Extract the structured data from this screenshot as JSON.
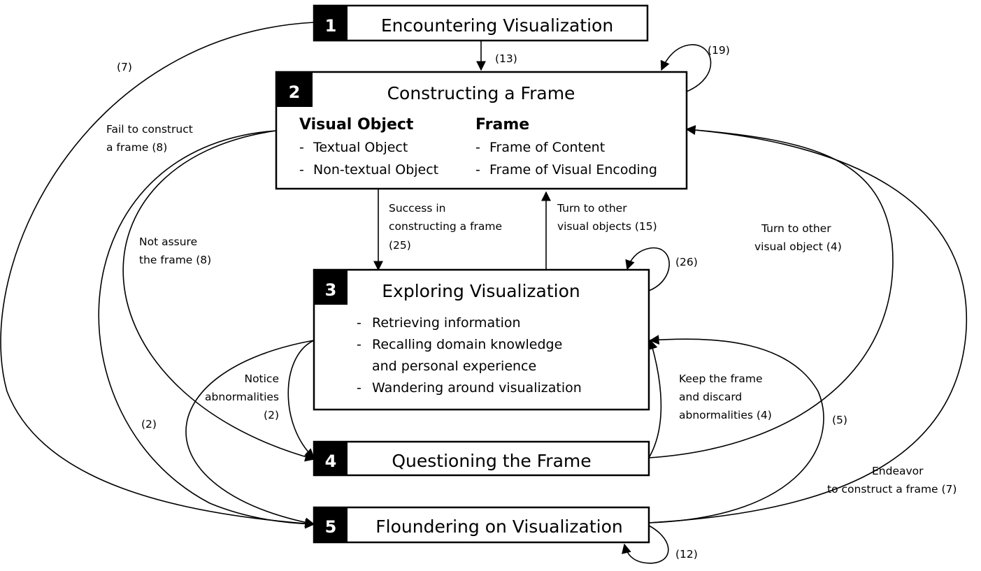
{
  "stages": [
    {
      "number": "1",
      "title": "Encountering Visualization"
    },
    {
      "number": "2",
      "title": "Constructing a Frame",
      "columns": [
        {
          "heading": "Visual Object",
          "items": [
            "Textual Object",
            "Non-textual Object"
          ]
        },
        {
          "heading": "Frame",
          "items": [
            "Frame of Content",
            "Frame of Visual Encoding"
          ]
        }
      ]
    },
    {
      "number": "3",
      "title": "Exploring Visualization",
      "items": [
        "Retrieving information",
        "Recalling domain knowledge",
        "and personal experience",
        "Wandering around visualization"
      ]
    },
    {
      "number": "4",
      "title": "Questioning the Frame"
    },
    {
      "number": "5",
      "title": "Floundering on Visualization"
    }
  ],
  "bullet": "-",
  "edges": {
    "e1_2": [
      "(13)"
    ],
    "e2_self": [
      "(19)"
    ],
    "e1_5": [
      "(7)"
    ],
    "e2_5_fail": [
      "Fail to construct",
      "a frame (8)"
    ],
    "e2_4_not_assure": [
      "Not assure",
      "the frame (8)"
    ],
    "e2_3_success": [
      "Success in",
      "constructing a frame",
      "(25)"
    ],
    "e3_2_turn": [
      "Turn to other",
      "visual objects (15)"
    ],
    "e3_self": [
      "(26)"
    ],
    "e4_2_turn": [
      "Turn to other",
      "visual object (4)"
    ],
    "e3_4_notice": [
      "Notice",
      "abnormalities",
      "(2)"
    ],
    "e3_5": [
      "(2)"
    ],
    "e4_3_keep": [
      "Keep the frame",
      "and discard",
      "abnormalities (4)"
    ],
    "e5_3": [
      "(5)"
    ],
    "e5_2_endeavor": [
      "Endeavor",
      "to construct a frame (7)"
    ],
    "e5_self": [
      "(12)"
    ]
  }
}
